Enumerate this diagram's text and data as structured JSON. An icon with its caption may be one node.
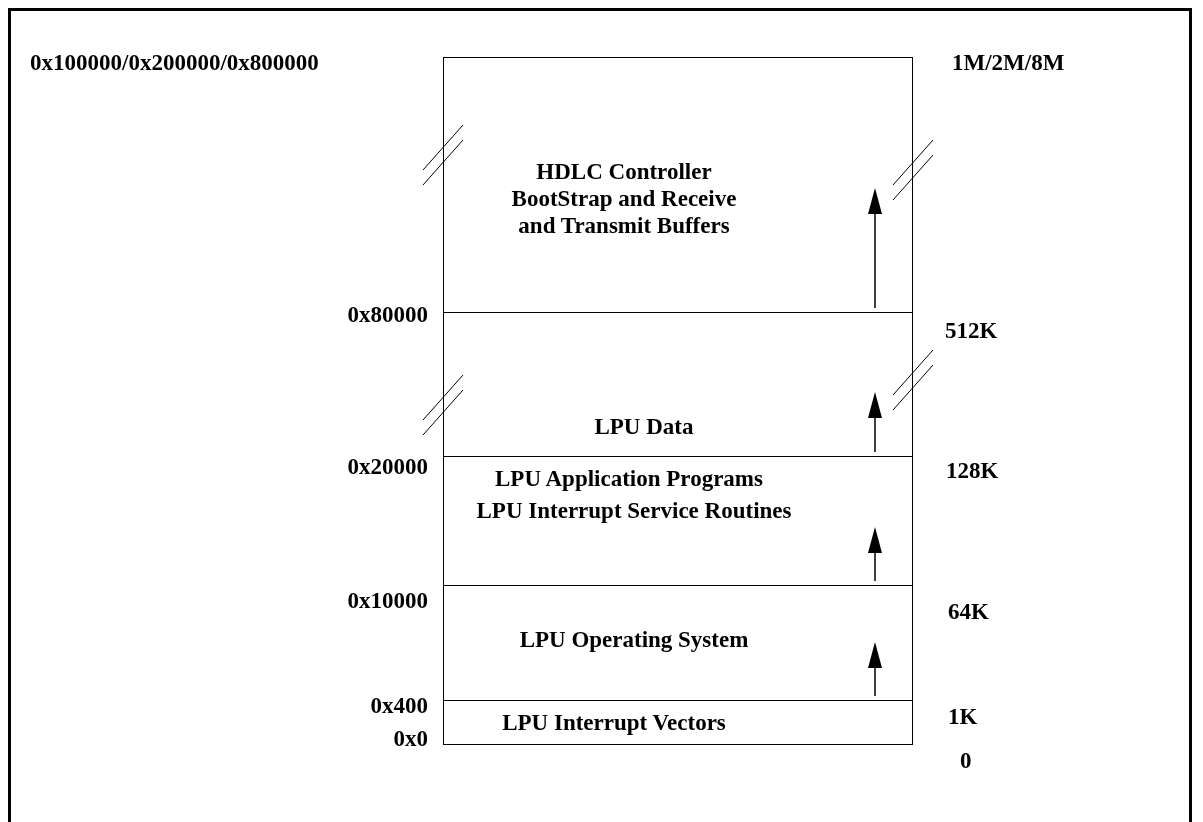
{
  "diagram": {
    "nodes": [
      {
        "text": [
          "HDLC Controller BootStrap and Receive and Transmit Buffers"
        ]
      },
      {
        "text": [
          "LPU Data"
        ]
      },
      {
        "text": [
          "LPU Application Programs",
          "LPU Interrupt Service Routines"
        ]
      },
      {
        "text": [
          "LPU Operating System"
        ]
      },
      {
        "text": [
          "LPU Interrupt Vectors"
        ]
      }
    ],
    "edges": [],
    "labels": [
      "0x100000/0x200000/0x800000",
      "1M/2M/8M",
      "0x80000",
      "512K",
      "0x20000",
      "128K",
      "0x10000",
      "64K",
      "0x400",
      "1K",
      "0x0",
      "0"
    ]
  }
}
